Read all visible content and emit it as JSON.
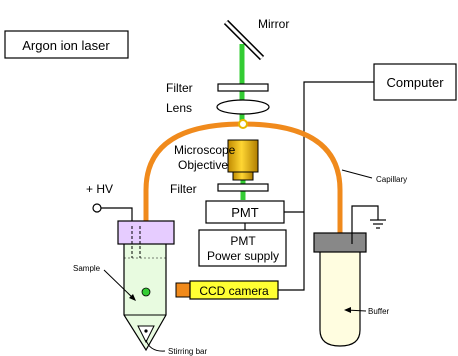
{
  "labels": {
    "laser": "Argon ion laser",
    "mirror": "Mirror",
    "filter_top": "Filter",
    "lens": "Lens",
    "computer": "Computer",
    "objective_line1": "Microscope",
    "objective_line2": "Objective",
    "filter_mid": "Filter",
    "hv": "+ HV",
    "capillary": "Capillary",
    "pmt": "PMT",
    "pmt_power_line1": "PMT",
    "pmt_power_line2": "Power supply",
    "sample": "Sample",
    "ccd": "CCD camera",
    "buffer": "Buffer",
    "stirring_bar": "Stirring bar"
  },
  "colors": {
    "laser_beam": "#33cc33",
    "capillary": "#f08a1c",
    "objective": "#e6b800",
    "ccd": "#ffff33",
    "sample_liquid": "#e8fbe0",
    "buffer_liquid": "#fffde0",
    "sample_cap": "#e6ccff",
    "buffer_cap": "#888888"
  }
}
